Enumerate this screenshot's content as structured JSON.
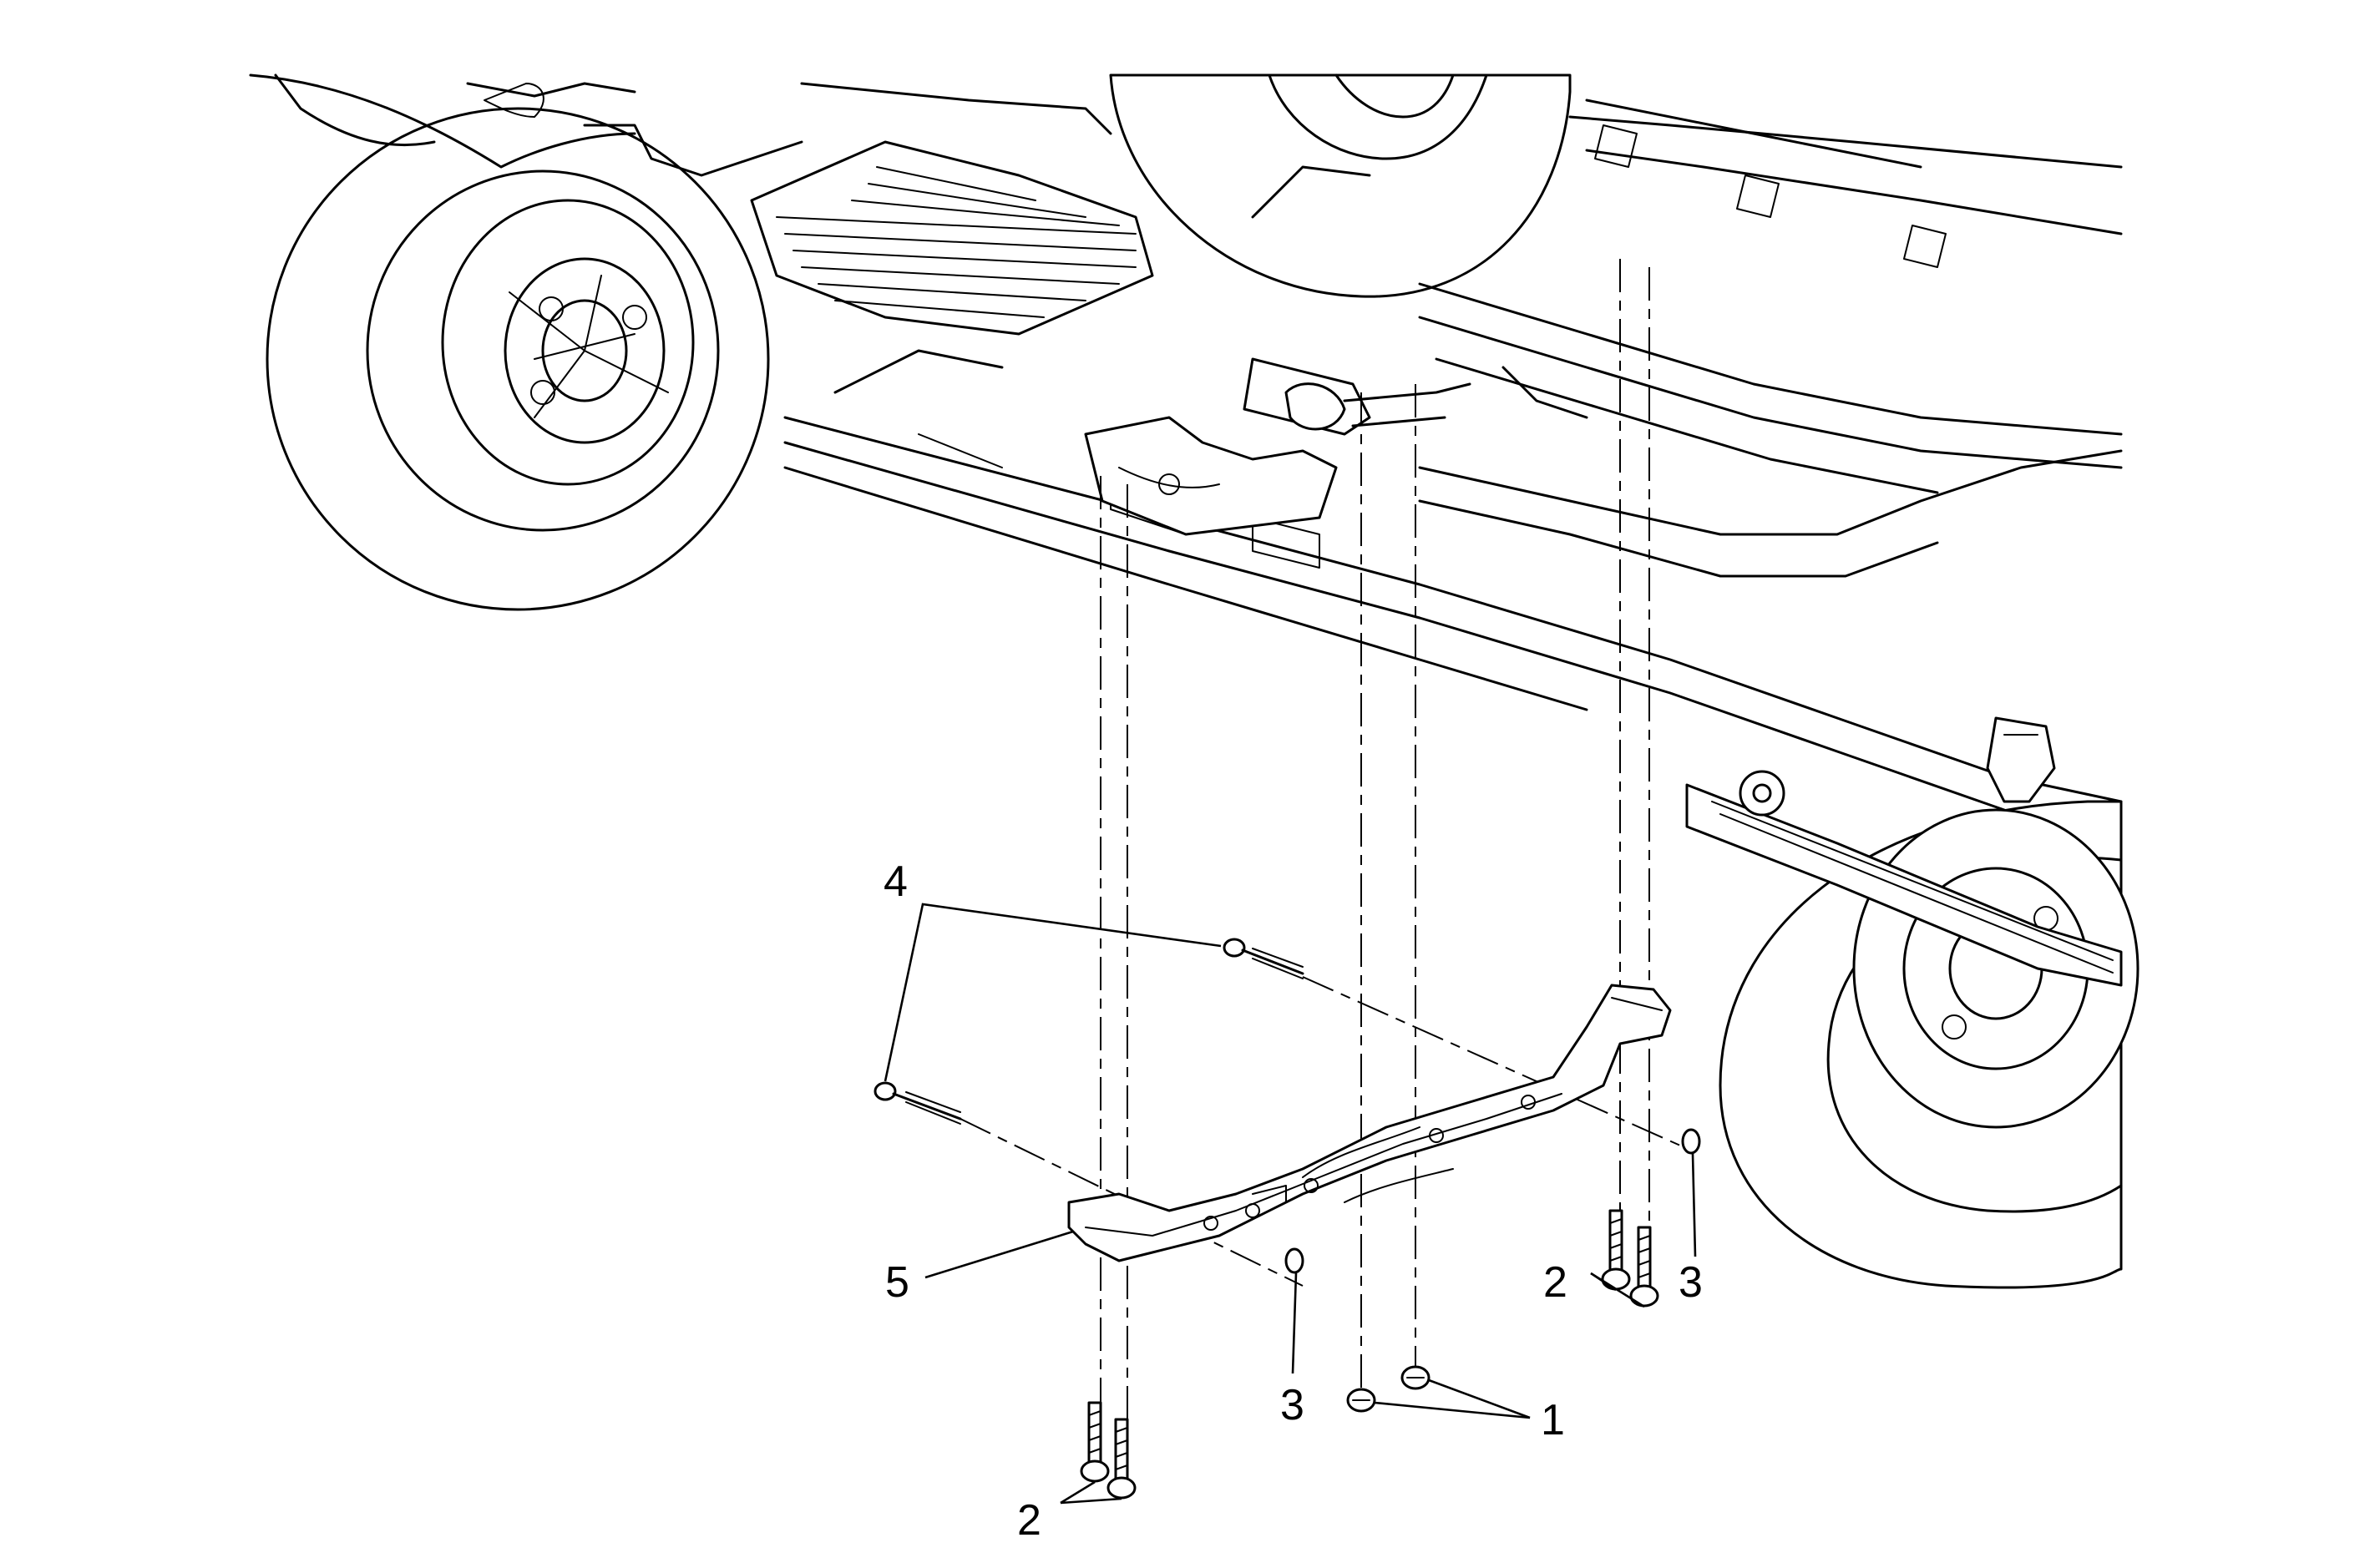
{
  "callouts": {
    "c1": "1",
    "c2a": "2",
    "c2b": "2",
    "c3a": "3",
    "c3b": "3",
    "c4": "4",
    "c5": "5"
  },
  "colors": {
    "line": "#000000",
    "background": "#ffffff"
  }
}
